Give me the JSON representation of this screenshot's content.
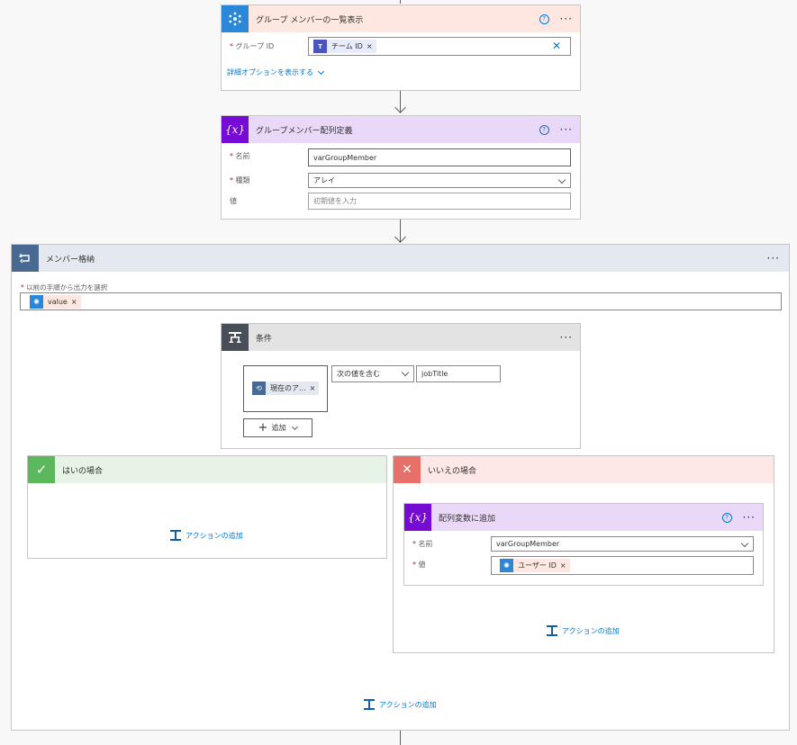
{
  "list_members": {
    "title": "グループ メンバーの一覧表示",
    "group_id_label": "グループ ID",
    "group_id_token": "チーム ID",
    "advanced_link": "詳細オプションを表示する",
    "help": "?",
    "more": "···"
  },
  "init_var": {
    "icon_text": "{x}",
    "title": "グループメンバー配列定義",
    "name_label": "名前",
    "name_value": "varGroupMember",
    "type_label": "種類",
    "type_value": "アレイ",
    "value_label": "値",
    "value_placeholder": "初期値を入力",
    "help": "?",
    "more": "···"
  },
  "apply_each": {
    "title": "メンバー格納",
    "select_label": "以前の手順から出力を選択",
    "select_token": "value",
    "more": "···",
    "add_action": "アクションの追加"
  },
  "condition": {
    "title": "条件",
    "left_token": "現在のア...",
    "operator": "次の値を含む",
    "right_value": "jobTitle",
    "add_button": "追加",
    "more": "···"
  },
  "yes_branch": {
    "title": "はいの場合",
    "add_action": "アクションの追加"
  },
  "no_branch": {
    "title": "いいえの場合",
    "add_action": "アクションの追加",
    "append": {
      "icon_text": "{x}",
      "title": "配列変数に追加",
      "name_label": "名前",
      "name_value": "varGroupMember",
      "value_label": "値",
      "value_token": "ユーザー ID",
      "help": "?",
      "more": "···"
    }
  },
  "required_mark": "*",
  "token_remove": "×",
  "colors": {
    "office_blue": "#2b88d8",
    "var_purple": "#770bd6",
    "loop_slate": "#486991",
    "condition_gray": "#484f58",
    "yes_green": "#5cb85c",
    "no_red": "#e8706a",
    "link_blue": "#0078d4"
  }
}
